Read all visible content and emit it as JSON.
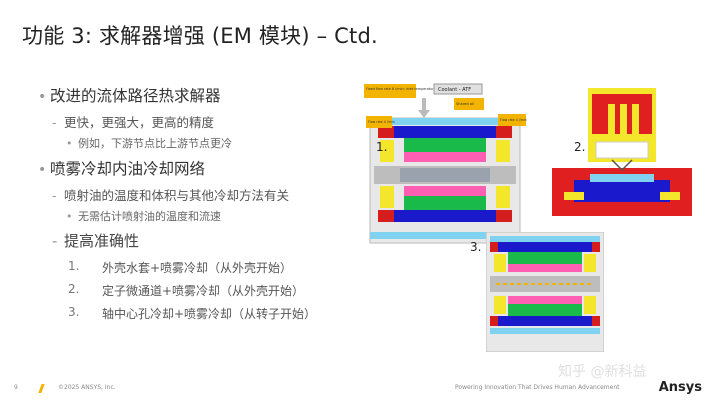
{
  "slide": {
    "title": "功能 3: 求解器增强 (EM 模块) – Ctd.",
    "page_number": "9",
    "copyright": "©2025 ANSYS, Inc.",
    "tagline": "Powering Innovation That Drives Human Advancement",
    "logo": "Ansys",
    "watermark": "知乎 @新科益"
  },
  "bullets": {
    "b1": "改进的流体路径热求解器",
    "b1_s1": "更快，更强大，更高的精度",
    "b1_s1_s1": "例如，下游节点比上游节点更冷",
    "b2": "喷雾冷却内油冷却网络",
    "b2_s1": "喷射油的温度和体积与其他冷却方法有关",
    "b2_s1_s1": "无需估计喷射油的温度和流速",
    "b2_s2": "提高准确性",
    "list": [
      {
        "n": "1.",
        "text": "外壳水套+喷雾冷却（从外壳开始）"
      },
      {
        "n": "2.",
        "text": "定子微通道+喷雾冷却（从外壳开始）"
      },
      {
        "n": "3.",
        "text": "轴中心孔冷却+喷雾冷却（从转子开始）"
      }
    ]
  },
  "figures": {
    "label1": "1.",
    "label2": "2.",
    "label3": "3.",
    "coolant_label": "Coolant - ATF",
    "callout_top": "Fixed flow rate 8 l/min; inlet temperature 70°C",
    "callout_spray": "Shared oil",
    "callout_left": "Flow rate 4 l/min",
    "callout_right": "Flow rate 4 l/min"
  }
}
